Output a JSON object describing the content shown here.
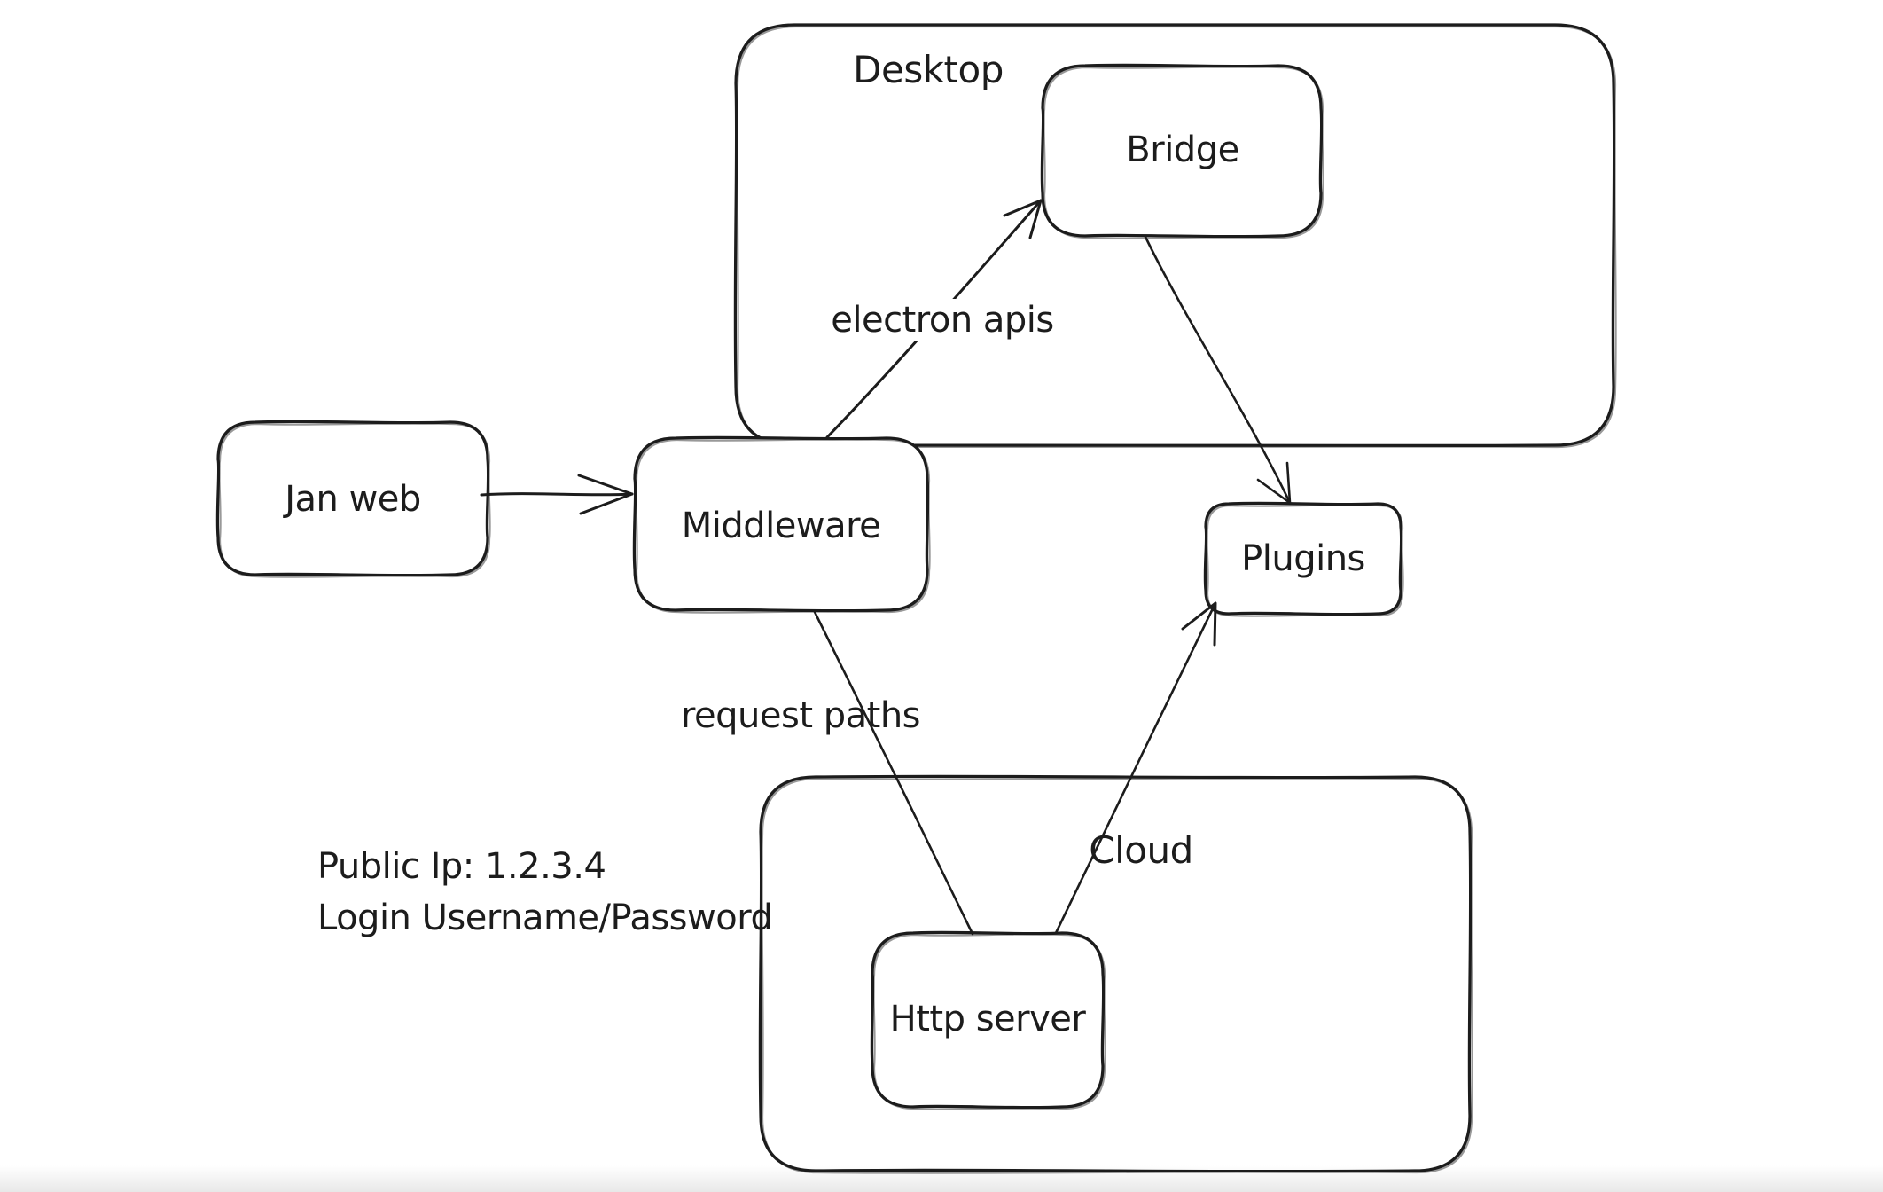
{
  "canvas": {
    "background": "#ffffff",
    "stroke_color": "#1c1c1c"
  },
  "diagram": {
    "containers": [
      {
        "id": "desktop",
        "label": "Desktop"
      },
      {
        "id": "cloud",
        "label": "Cloud"
      }
    ],
    "nodes": [
      {
        "id": "jan-web",
        "label": "Jan web"
      },
      {
        "id": "middleware",
        "label": "Middleware"
      },
      {
        "id": "bridge",
        "label": "Bridge"
      },
      {
        "id": "plugins",
        "label": "Plugins"
      },
      {
        "id": "http-server",
        "label": "Http server"
      }
    ],
    "edges": [
      {
        "from": "jan-web",
        "to": "middleware",
        "label": ""
      },
      {
        "from": "middleware",
        "to": "bridge",
        "label": "electron apis"
      },
      {
        "from": "bridge",
        "to": "plugins",
        "label": ""
      },
      {
        "from": "middleware",
        "to": "http-server",
        "label": "request paths"
      },
      {
        "from": "http-server",
        "to": "plugins",
        "label": ""
      }
    ],
    "annotation": {
      "lines": [
        "Public Ip: 1.2.3.4",
        "Login Username/Password"
      ]
    }
  }
}
